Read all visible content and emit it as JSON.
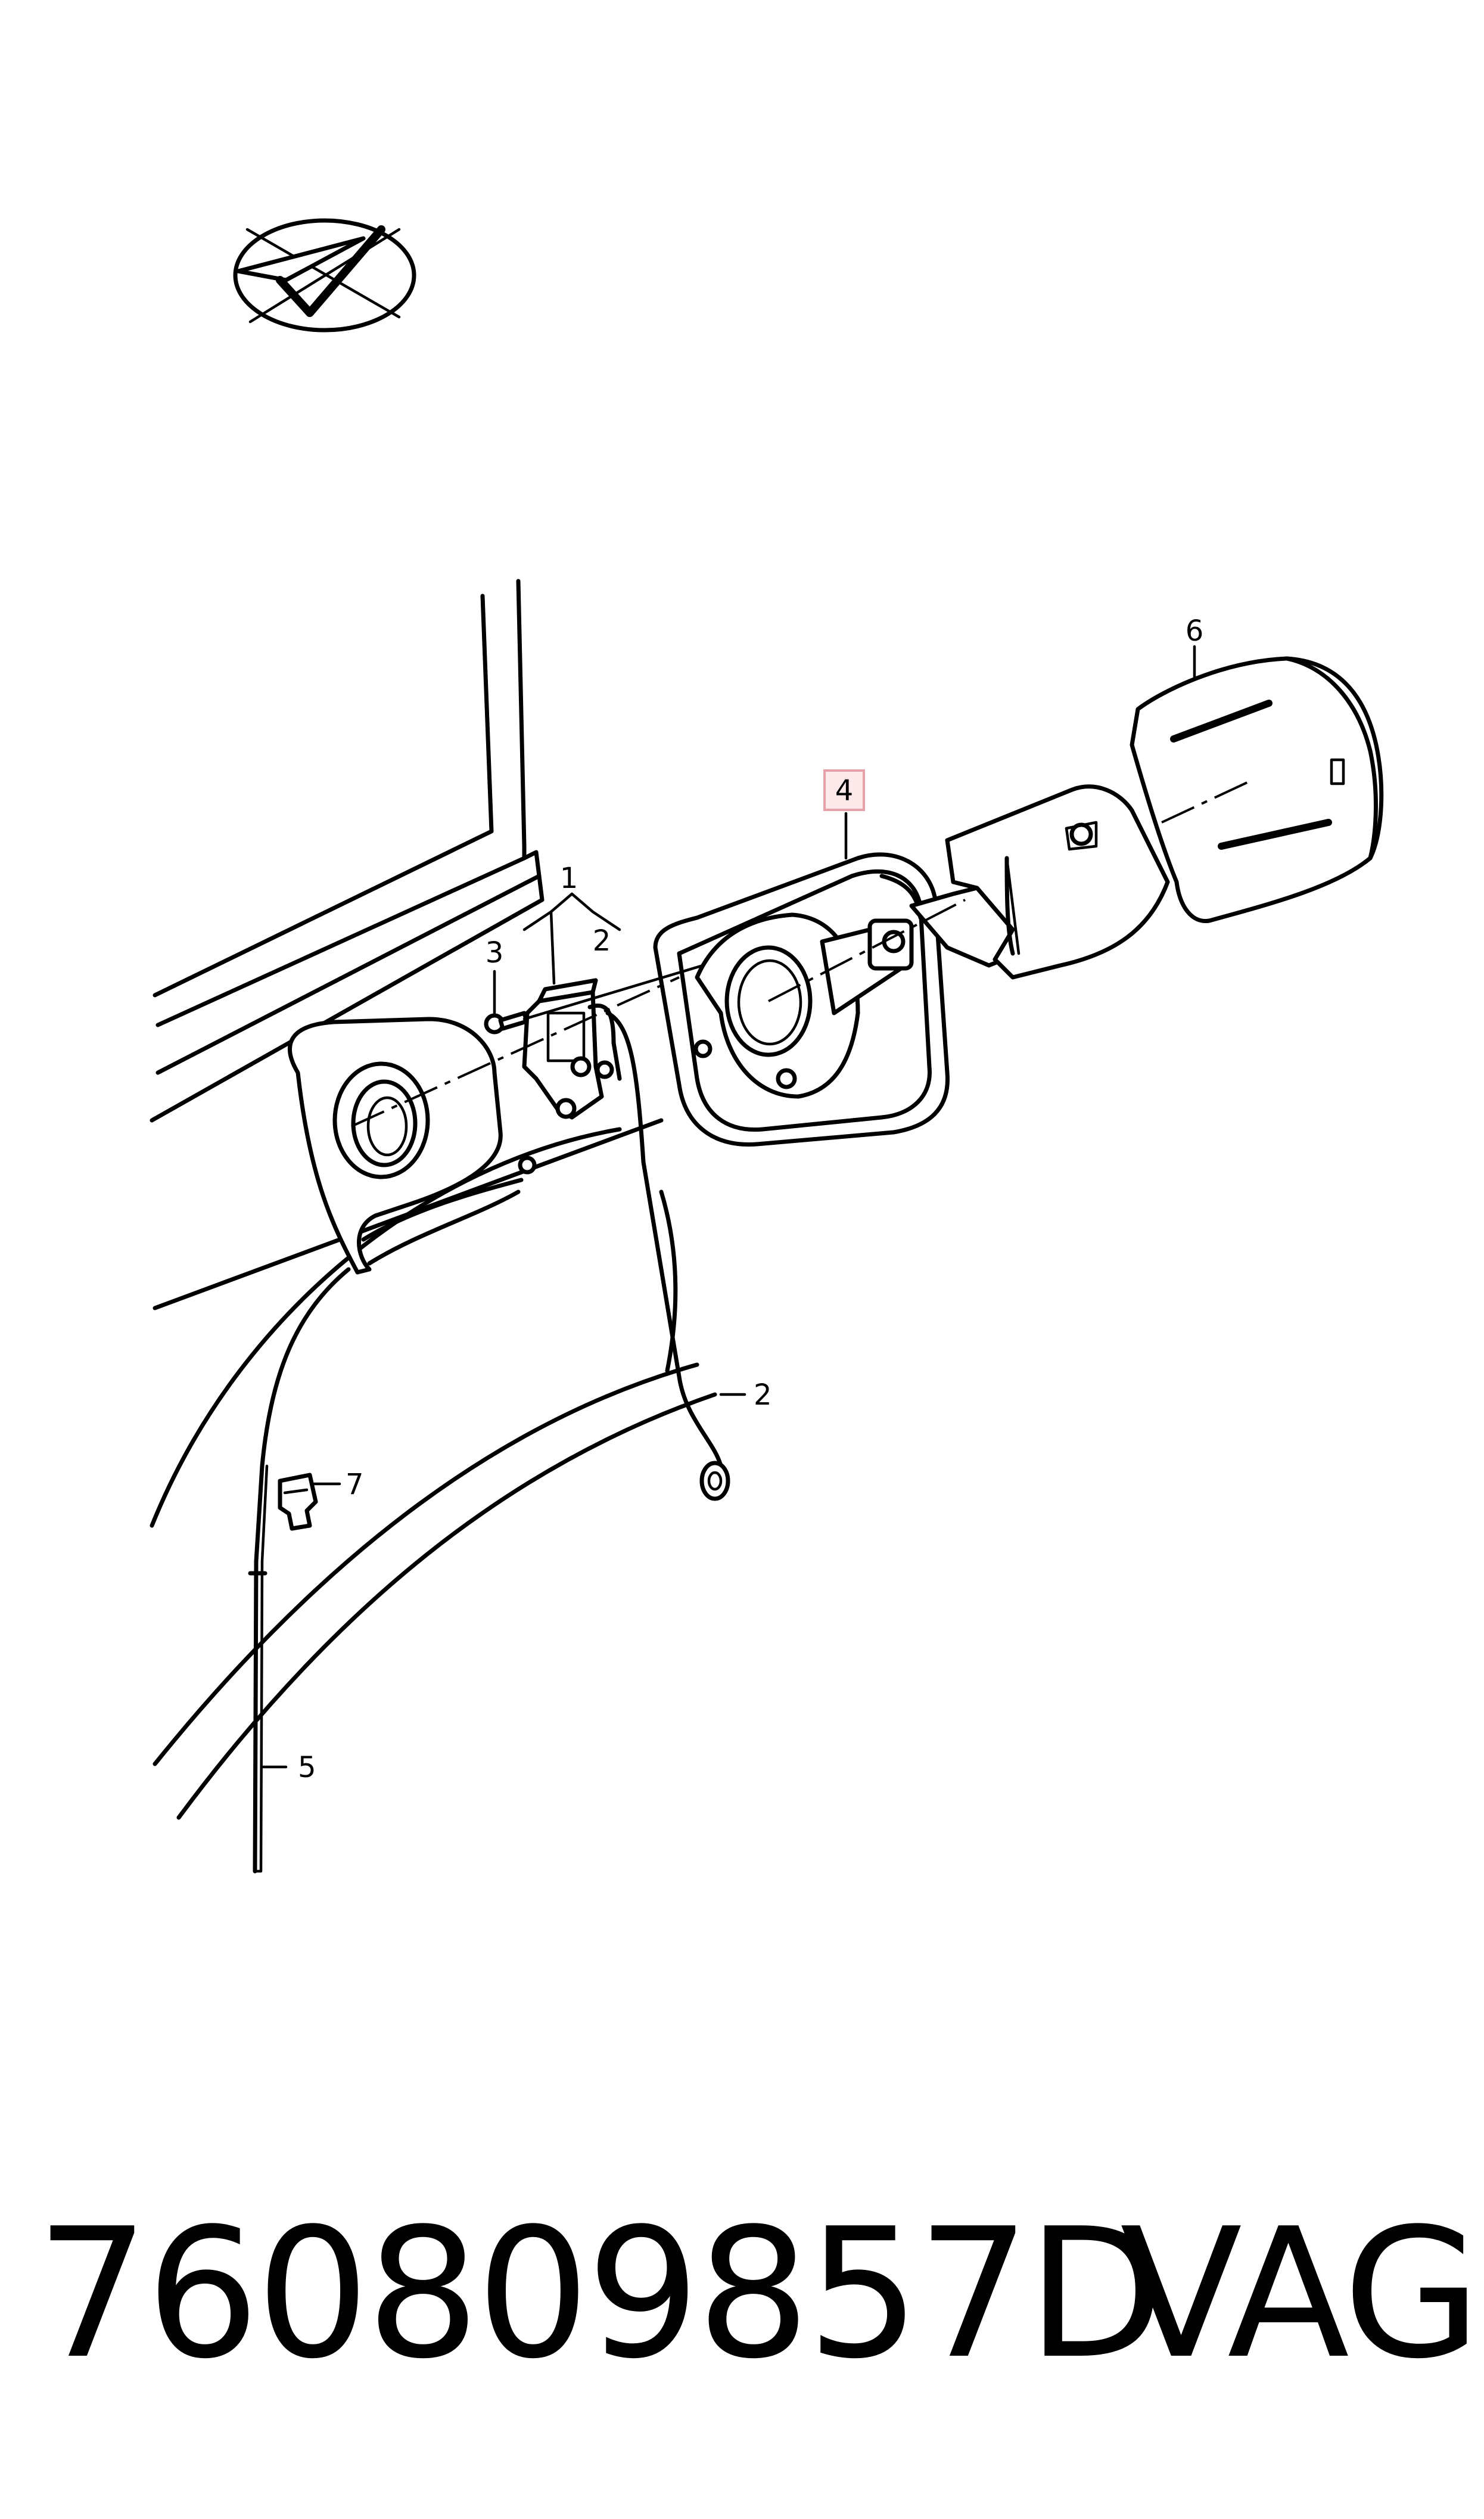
{
  "diagram": {
    "callouts": [
      {
        "id": "callout-1",
        "text": "1"
      },
      {
        "id": "callout-2-upper",
        "text": "2"
      },
      {
        "id": "callout-3",
        "text": "3"
      },
      {
        "id": "callout-4",
        "text": "4",
        "highlighted": true
      },
      {
        "id": "callout-5",
        "text": "5"
      },
      {
        "id": "callout-6",
        "text": "6"
      },
      {
        "id": "callout-2-lower",
        "text": "2"
      },
      {
        "id": "callout-7",
        "text": "7"
      }
    ],
    "highlight_color": "#e8a0a8",
    "highlight_fill": "#fde8ea",
    "logo_icon": "paper-plane-check-logo-icon"
  },
  "footer": {
    "part_number": "760809857D",
    "brand": "VAG"
  }
}
